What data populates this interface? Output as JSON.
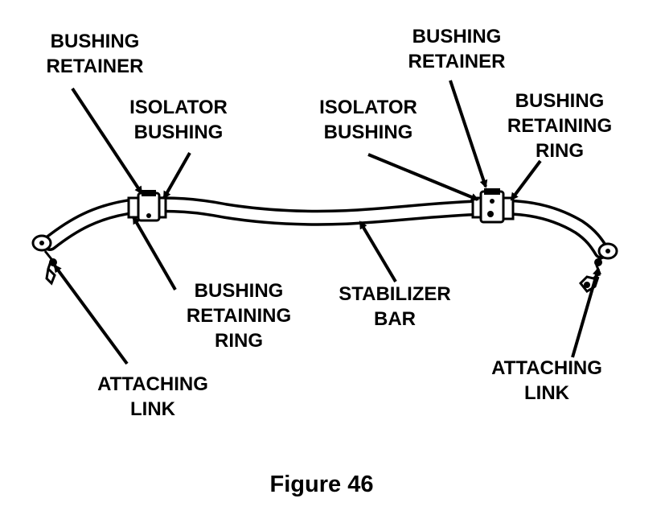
{
  "labels": {
    "bushing_retainer_left": [
      "BUSHING",
      "RETAINER"
    ],
    "isolator_bushing_left": [
      "ISOLATOR",
      "BUSHING"
    ],
    "bushing_retaining_ring_left": [
      "BUSHING",
      "RETAINING",
      "RING"
    ],
    "attaching_link_left": [
      "ATTACHING",
      "LINK"
    ],
    "stabilizer_bar": [
      "STABILIZER",
      "BAR"
    ],
    "bushing_retainer_right": [
      "BUSHING",
      "RETAINER"
    ],
    "isolator_bushing_right": [
      "ISOLATOR",
      "BUSHING"
    ],
    "bushing_retaining_ring_right": [
      "BUSHING",
      "RETAINING",
      "RING"
    ],
    "attaching_link_right": [
      "ATTACHING",
      "LINK"
    ]
  },
  "caption": "Figure 46"
}
